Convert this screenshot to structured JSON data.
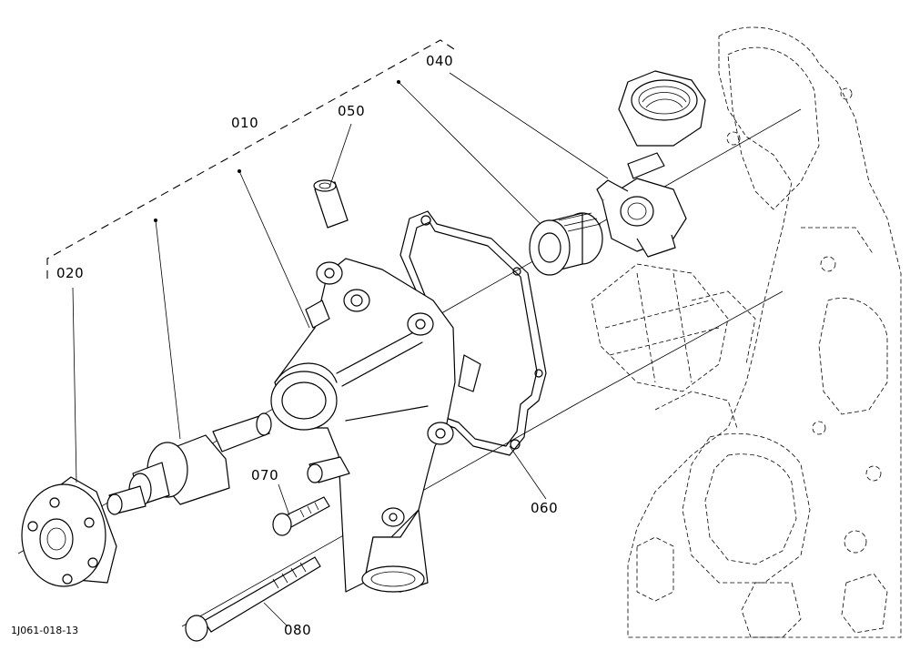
{
  "diagram": {
    "drawing_code": "1J061-018-13",
    "callouts": [
      {
        "id": "010",
        "label": "010"
      },
      {
        "id": "020",
        "label": "020"
      },
      {
        "id": "040",
        "label": "040"
      },
      {
        "id": "050",
        "label": "050"
      },
      {
        "id": "060",
        "label": "060"
      },
      {
        "id": "070",
        "label": "070"
      },
      {
        "id": "080",
        "label": "080"
      }
    ]
  }
}
